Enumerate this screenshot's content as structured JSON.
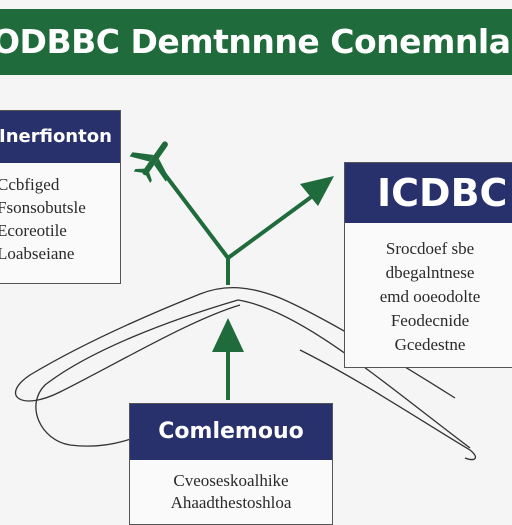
{
  "banner": {
    "title": "ODBBC Demtnnne Conemnlaicly Cn"
  },
  "boxes": {
    "left": {
      "title": "Inerfionton",
      "lines": [
        "Ccbfiged",
        "Fsonsobutsle",
        "Ecoreotile",
        "Loabseiane"
      ]
    },
    "right": {
      "title": "ICDBC",
      "lines": [
        "Srocdoef sbe",
        "dbegalntnese",
        "emd ooeodolte",
        "Feodecnide",
        "Gcedestne"
      ]
    },
    "bottom": {
      "title": "Comlemouo",
      "lines": [
        "Cveoseskoalhike",
        "Ahaadthestoshloa"
      ]
    }
  },
  "icons": {
    "airplane": "airplane-icon"
  },
  "colors": {
    "banner": "#1f6b3b",
    "header": "#28316b",
    "arrow": "#1f6b3b"
  }
}
